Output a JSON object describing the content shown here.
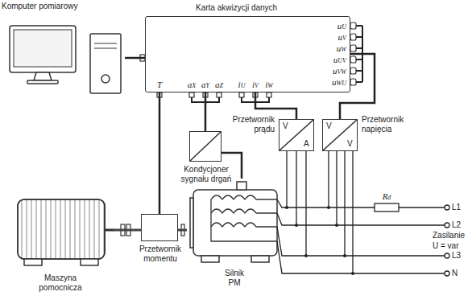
{
  "diagram": {
    "nodes": [
      {
        "text": [
          "Komputer pomiarowy"
        ]
      },
      {
        "text": [
          "Karta akwizycji danych"
        ]
      },
      {
        "text": [
          "Kondycjoner sygnału drgań"
        ]
      },
      {
        "text": [
          "Przetwornik prądu",
          "V",
          "A"
        ]
      },
      {
        "text": [
          "Przetwornik napięcia",
          "V",
          "V"
        ]
      },
      {
        "text": [
          "Maszyna pomocnicza"
        ]
      },
      {
        "text": [
          "Przetwornik momentu"
        ]
      },
      {
        "text": [
          "Silnik PM"
        ]
      }
    ],
    "edges": [
      {
        "from": 0,
        "to": 1,
        "arrow": "none"
      },
      {
        "from": 2,
        "to": 1,
        "arrow": "none"
      },
      {
        "from": 3,
        "to": 1,
        "arrow": "none"
      },
      {
        "from": 4,
        "to": 1,
        "arrow": "none"
      },
      {
        "from": 6,
        "to": 1,
        "arrow": "none"
      },
      {
        "from": 7,
        "to": 2,
        "arrow": "none"
      },
      {
        "from": 5,
        "to": 6,
        "arrow": "none"
      },
      {
        "from": 6,
        "to": 7,
        "arrow": "none"
      }
    ],
    "labels": [
      "uU",
      "uV",
      "uW",
      "uUV",
      "uVW",
      "uWU",
      "T",
      "aX",
      "aY",
      "aZ",
      "iU",
      "iV",
      "iW",
      "Rd",
      "L1",
      "L2",
      "L3",
      "N",
      "Zasilanie",
      "U = var"
    ]
  }
}
